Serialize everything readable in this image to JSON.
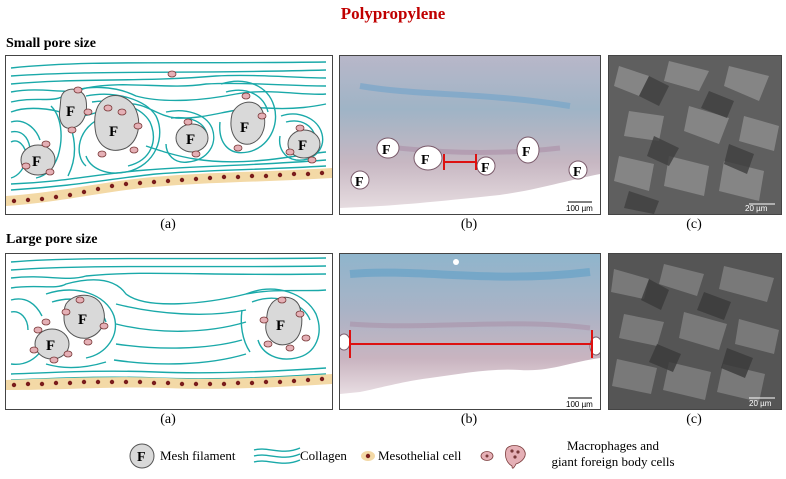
{
  "title": "Polypropylene",
  "colors": {
    "title": "#c00000",
    "collagen": "#1aa9a9",
    "filament_fill": "#d9d9d9",
    "filament_stroke": "#555555",
    "mesothelial_band": "#f3d9a6",
    "mesothelial_nucleus": "#7a1c1c",
    "macrophage": "#e5b0b6",
    "scale_bar_red": "#dd1111"
  },
  "rows": [
    {
      "label": "Small pore size",
      "captions": [
        "(a)",
        "(b)",
        "(c)"
      ],
      "filament_label": "F",
      "scale_b": "100 µm",
      "scale_c": "20 µm"
    },
    {
      "label": "Large pore size",
      "captions": [
        "(a)",
        "(b)",
        "(c)"
      ],
      "filament_label": "F",
      "scale_b": "100 µm",
      "scale_c": "20 µm"
    }
  ],
  "legend": {
    "filament_symbol": "F",
    "filament_label": "Mesh filament",
    "collagen_label": "Collagen",
    "mesothelial_label": "Mesothelial cell",
    "macrophage_label_line1": "Macrophages and",
    "macrophage_label_line2": "giant foreign body cells"
  }
}
